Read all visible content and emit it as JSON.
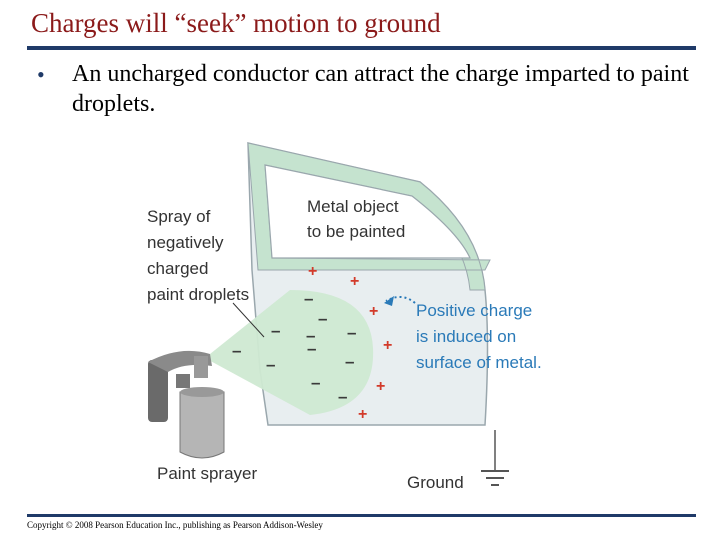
{
  "slide": {
    "title": "Charges will “seek” motion to ground",
    "bullet": "An uncharged conductor can attract the charge imparted to paint droplets.",
    "copyright": "Copyright © 2008 Pearson Education Inc., publishing as Pearson Addison-Wesley"
  },
  "diagram": {
    "spray_label": [
      "Spray of",
      "negatively",
      "charged",
      "paint droplets"
    ],
    "metal_label": [
      "Metal object",
      "to be painted"
    ],
    "positive_label": [
      "Positive charge",
      "is induced on",
      "surface of metal."
    ],
    "sprayer_label": "Paint sprayer",
    "ground_label": "Ground",
    "minus_sign": "–",
    "plus_sign": "+"
  },
  "colors": {
    "title": "#8b1a1a",
    "rule": "#1f3a68",
    "door_fill": "#e8eef0",
    "door_edge": "#c5e3cf",
    "spray_fill": "#cfe9d2",
    "plus": "#d23a2a",
    "positive_text": "#2a7ab8"
  }
}
